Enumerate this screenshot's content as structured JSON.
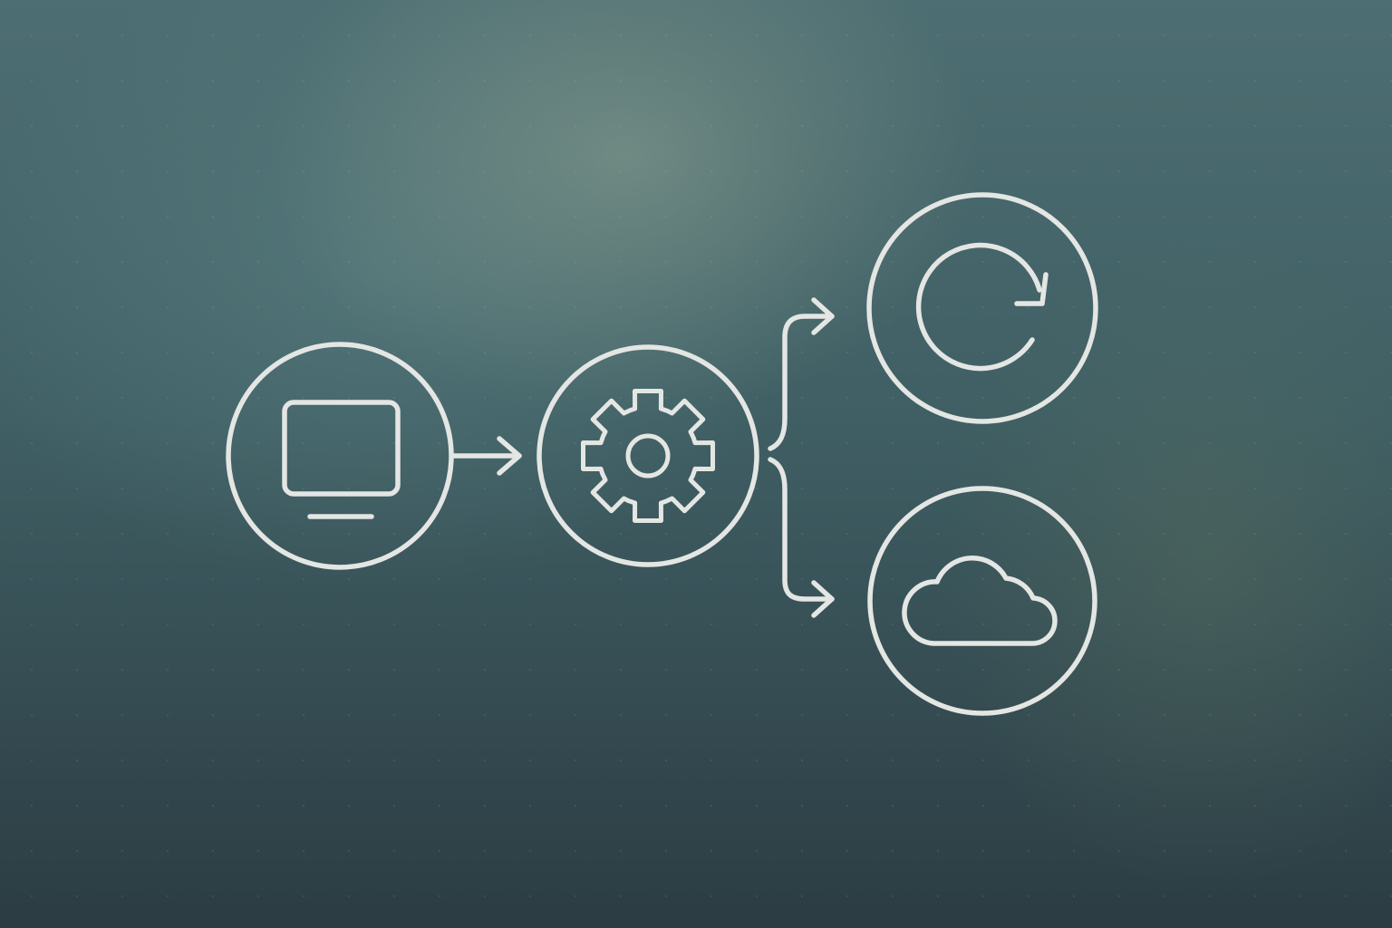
{
  "diagram": {
    "stroke_color": "#e4e6e3",
    "nodes": [
      {
        "id": "computer",
        "icon": "monitor-icon"
      },
      {
        "id": "process",
        "icon": "gear-icon"
      },
      {
        "id": "sync",
        "icon": "refresh-icon"
      },
      {
        "id": "cloud",
        "icon": "cloud-icon"
      }
    ],
    "edges": [
      {
        "from": "computer",
        "to": "process"
      },
      {
        "from": "process",
        "to": "sync"
      },
      {
        "from": "process",
        "to": "cloud"
      }
    ]
  }
}
